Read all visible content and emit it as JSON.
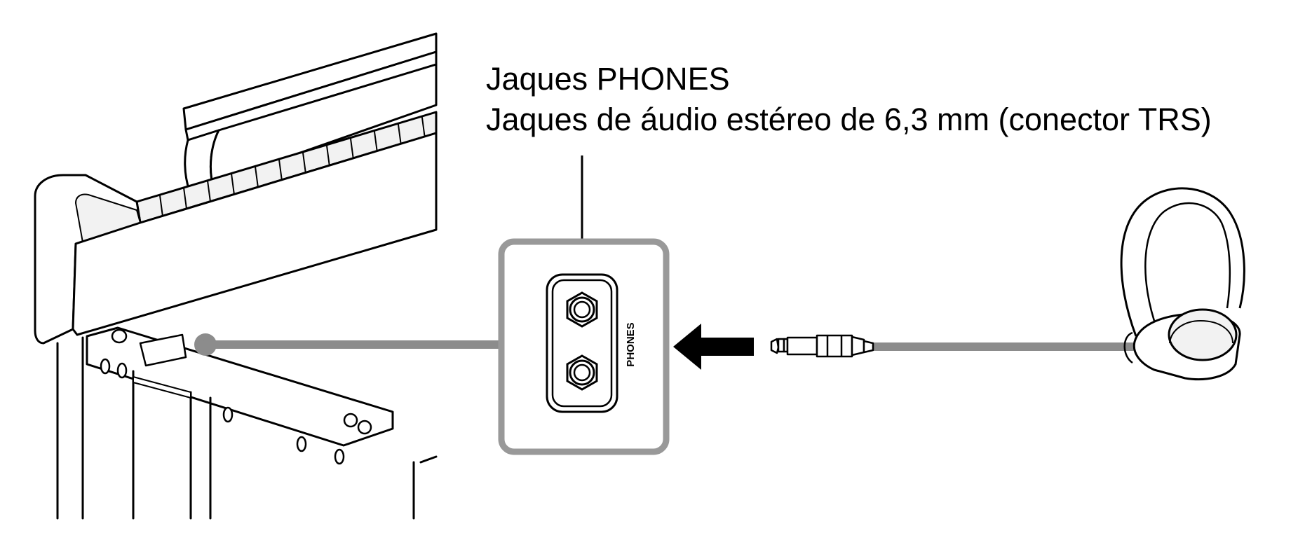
{
  "labels": {
    "title": "Jaques PHONES",
    "subtitle": "Jaques de áudio estéreo de 6,3 mm (conector TRS)",
    "panel_text": "PHONES"
  },
  "colors": {
    "stroke": "#000000",
    "connector_gray": "#8c8c8c",
    "frame_gray": "#999999",
    "fill_light": "#f2f2f2",
    "background": "#ffffff"
  },
  "icons": {
    "arrow": "arrow-left-icon",
    "plug": "headphone-plug-icon",
    "headphones": "headphones-icon"
  }
}
